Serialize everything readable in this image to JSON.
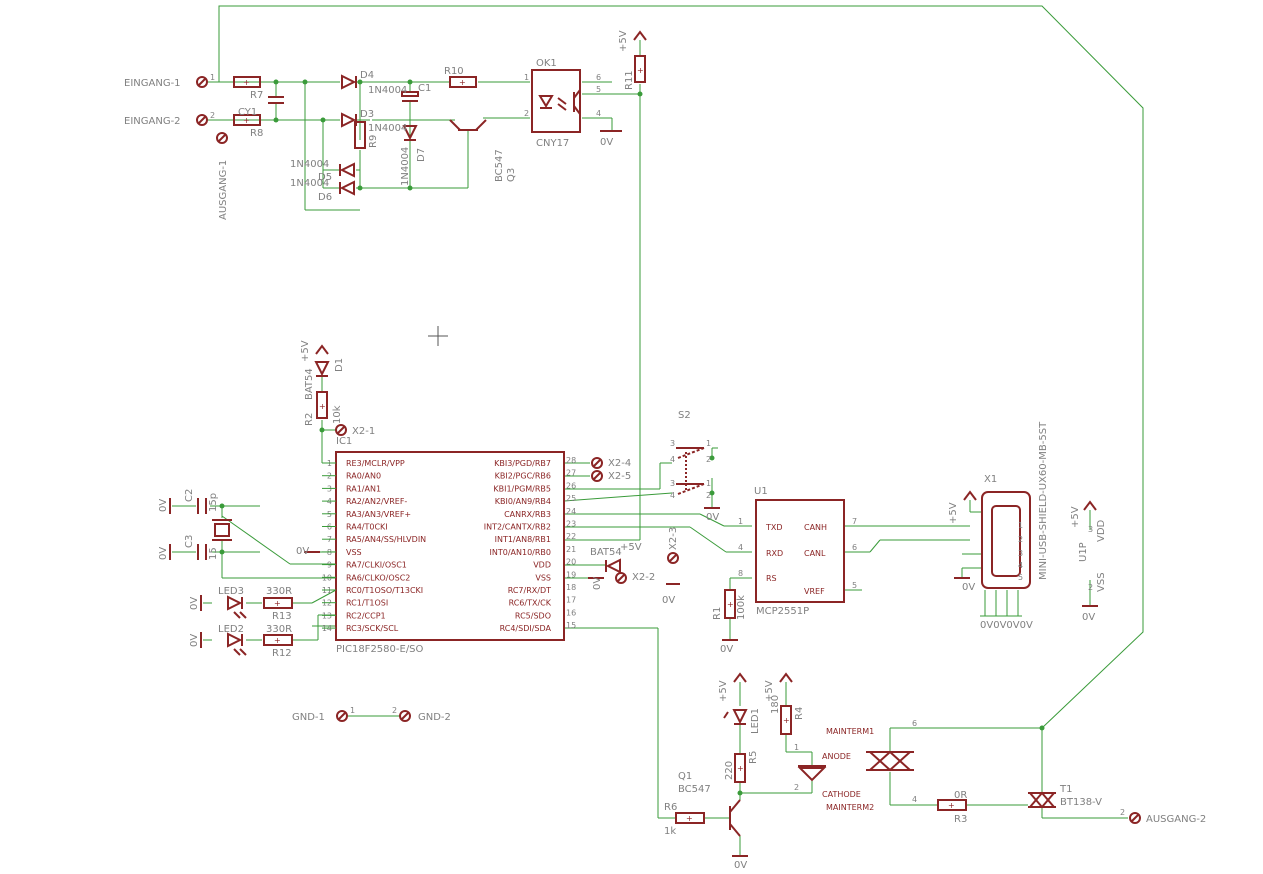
{
  "connectors": {
    "eingang1": "EINGANG-1",
    "eingang2": "EINGANG-2",
    "ausgang1": "AUSGANG-1",
    "ausgang2": "AUSGANG-2",
    "gnd1": "GND-1",
    "gnd2": "GND-2",
    "x21": "X2-1",
    "x22": "X2-2",
    "x23": "X2-3",
    "x24": "X2-4",
    "x25": "X2-5"
  },
  "parts": {
    "r7": "R7",
    "r8": "R8",
    "r9": "R9",
    "r10": "R10",
    "r11": "R11",
    "c1": "C1",
    "cy1": "CY1",
    "c2": "C2",
    "c3": "C3",
    "c2val": "15p",
    "c3val": "15",
    "d3": "D3",
    "d4": "D4",
    "d5": "D5",
    "d6": "D6",
    "d7": "D7",
    "d1": "D1",
    "n4004": "1N4004",
    "ok1": "OK1",
    "cny17": "CNY17",
    "q3": "Q3",
    "bc547": "BC547",
    "q1": "Q1",
    "ic1": "IC1",
    "icpart": "PIC18F2580-E/SO",
    "r2": "R2",
    "r2val": "10k",
    "bat54": "BAT54",
    "led3": "LED3",
    "led2": "LED2",
    "led1": "LED1",
    "r13": "R13",
    "r12": "R12",
    "r330": "330R",
    "s2": "S2",
    "u1": "U1",
    "mcp": "MCP2551P",
    "r1": "R1",
    "r1val": "100k",
    "x1": "X1",
    "usb": "MINI-USB-SHIELD-UX60-MB-5ST",
    "u1p": "U1P",
    "vdd": "VDD",
    "vss": "VSS",
    "r4": "R4",
    "r4val": "180",
    "r5": "R5",
    "r5val": "220",
    "r6": "R6",
    "r6val": "1k",
    "r3": "R3",
    "r3val": "0R",
    "t1": "T1",
    "bt138": "BT138-V",
    "mainterm1": "MAINTERM1",
    "mainterm2": "MAINTERM2",
    "anode": "ANODE",
    "cathode": "CATHODE"
  },
  "rails": {
    "p5v": "+5V",
    "gnd": "0V",
    "gnd_row": "0V0V0V0V"
  },
  "pic_left_pins": [
    "RE3/MCLR/VPP",
    "RA0/AN0",
    "RA1/AN1",
    "RA2/AN2/VREF-",
    "RA3/AN3/VREF+",
    "RA4/T0CKI",
    "RA5/AN4/SS/HLVDIN",
    "VSS",
    "RA7/CLKI/OSC1",
    "RA6/CLKO/OSC2",
    "RC0/T1OSO/T13CKI",
    "RC1/T1OSI",
    "RC2/CCP1",
    "RC3/SCK/SCL"
  ],
  "pic_right_pins": [
    "KBI3/PGD/RB7",
    "KBI2/PGC/RB6",
    "KBI1/PGM/RB5",
    "KBI0/AN9/RB4",
    "CANRX/RB3",
    "INT2/CANTX/RB2",
    "INT1/AN8/RB1",
    "INT0/AN10/RB0",
    "VDD",
    "VSS",
    "RC7/RX/DT",
    "RC6/TX/CK",
    "RC5/SDO",
    "RC4/SDI/SDA"
  ],
  "pic_left_nums": [
    "1",
    "2",
    "3",
    "4",
    "5",
    "6",
    "7",
    "8",
    "9",
    "10",
    "11",
    "12",
    "13",
    "14"
  ],
  "pic_right_nums": [
    "28",
    "27",
    "26",
    "25",
    "24",
    "23",
    "22",
    "21",
    "20",
    "19",
    "18",
    "17",
    "16",
    "15"
  ],
  "mcp_pins": {
    "txd": "TXD",
    "rxd": "RXD",
    "rs": "RS",
    "canh": "CANH",
    "canl": "CANL",
    "vref": "VREF"
  },
  "pin_nums": {
    "p1": "1",
    "p2": "2",
    "p3": "3",
    "p4": "4",
    "p5": "5",
    "p6": "6",
    "p7": "7",
    "p8": "8"
  },
  "colors": {
    "wire": "#3a9b3a",
    "symbol": "#8b2525",
    "label": "#808080"
  }
}
